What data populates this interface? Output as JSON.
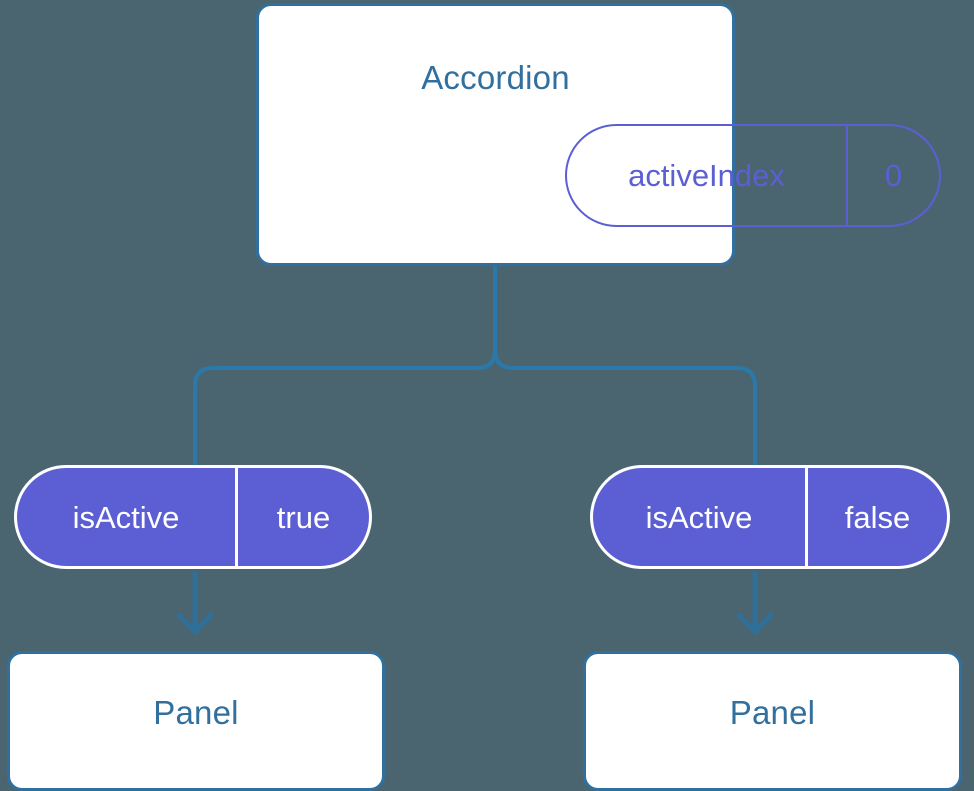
{
  "diagram": {
    "title_text": "Accordion",
    "colors": {
      "background": "#4a6570",
      "card_border": "#31709e",
      "card_fill": "#ffffff",
      "title_text": "#31709e",
      "pill_accent": "#5c5fd4",
      "pill_filled_text": "#ffffff",
      "connector": "#2b79a8"
    }
  },
  "root": {
    "label": "Accordion",
    "state": {
      "key": "activeIndex",
      "value": "0"
    }
  },
  "branches": [
    {
      "prop": {
        "key": "isActive",
        "value": "true"
      },
      "child": {
        "label": "Panel"
      }
    },
    {
      "prop": {
        "key": "isActive",
        "value": "false"
      },
      "child": {
        "label": "Panel"
      }
    }
  ]
}
